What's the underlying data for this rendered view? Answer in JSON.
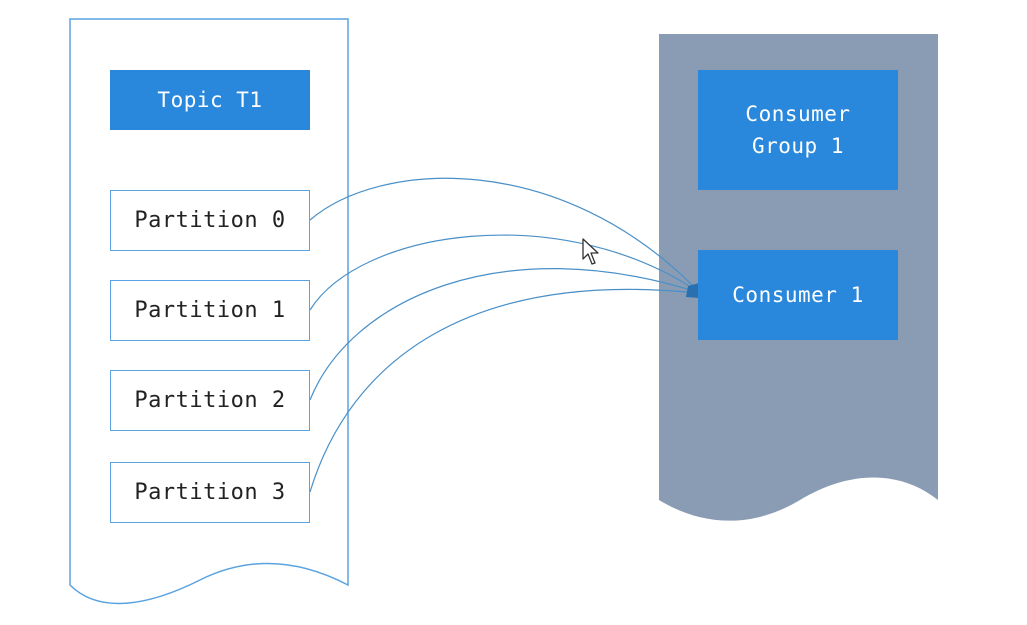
{
  "topic": {
    "title": "Topic T1",
    "partitions": [
      "Partition 0",
      "Partition 1",
      "Partition 2",
      "Partition 3"
    ]
  },
  "consumer_group": {
    "title": "Consumer\nGroup 1",
    "consumers": [
      "Consumer 1"
    ]
  },
  "assignments": [
    {
      "from": "Partition 0",
      "to": "Consumer 1"
    },
    {
      "from": "Partition 1",
      "to": "Consumer 1"
    },
    {
      "from": "Partition 2",
      "to": "Consumer 1"
    },
    {
      "from": "Partition 3",
      "to": "Consumer 1"
    }
  ],
  "colors": {
    "box_fill": "#2a88dc",
    "box_text": "#ffffff",
    "topic_outline": "#5aa3e0",
    "group_panel": "#8a9cb4",
    "connector": "#4a90c8"
  },
  "icons": {
    "cursor": "mouse-pointer-icon"
  }
}
